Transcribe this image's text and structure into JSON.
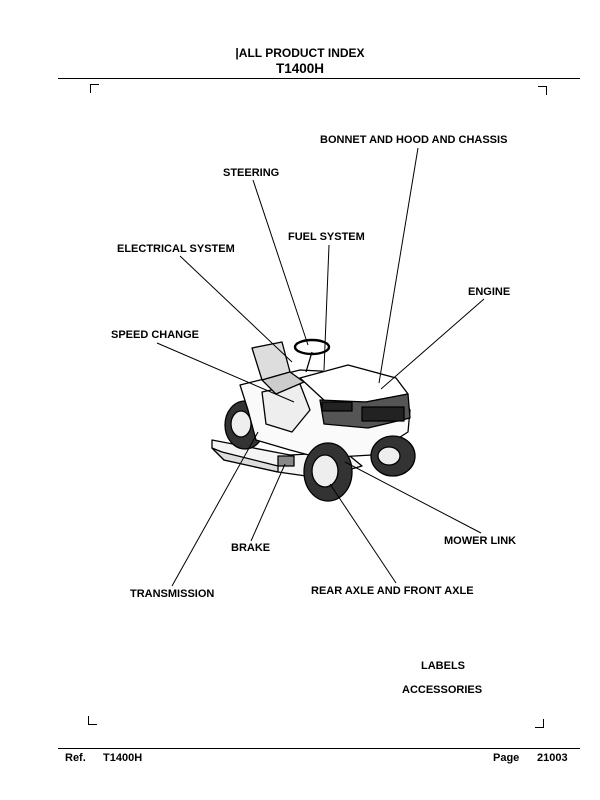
{
  "header": {
    "title": "|ALL PRODUCT INDEX",
    "model": "T1400H"
  },
  "labels": {
    "bonnet": "BONNET AND HOOD AND CHASSIS",
    "steering": "STEERING",
    "fuel": "FUEL SYSTEM",
    "electrical": "ELECTRICAL SYSTEM",
    "engine": "ENGINE",
    "speed_change": "SPEED CHANGE",
    "brake": "BRAKE",
    "mower_link": "MOWER LINK",
    "transmission": "TRANSMISSION",
    "axle": "REAR AXLE AND FRONT AXLE",
    "labels": "LABELS",
    "accessories": "ACCESSORIES"
  },
  "footer": {
    "ref_label": "Ref.",
    "ref_model": "T1400H",
    "page_label": "Page",
    "page_number": "21003"
  }
}
